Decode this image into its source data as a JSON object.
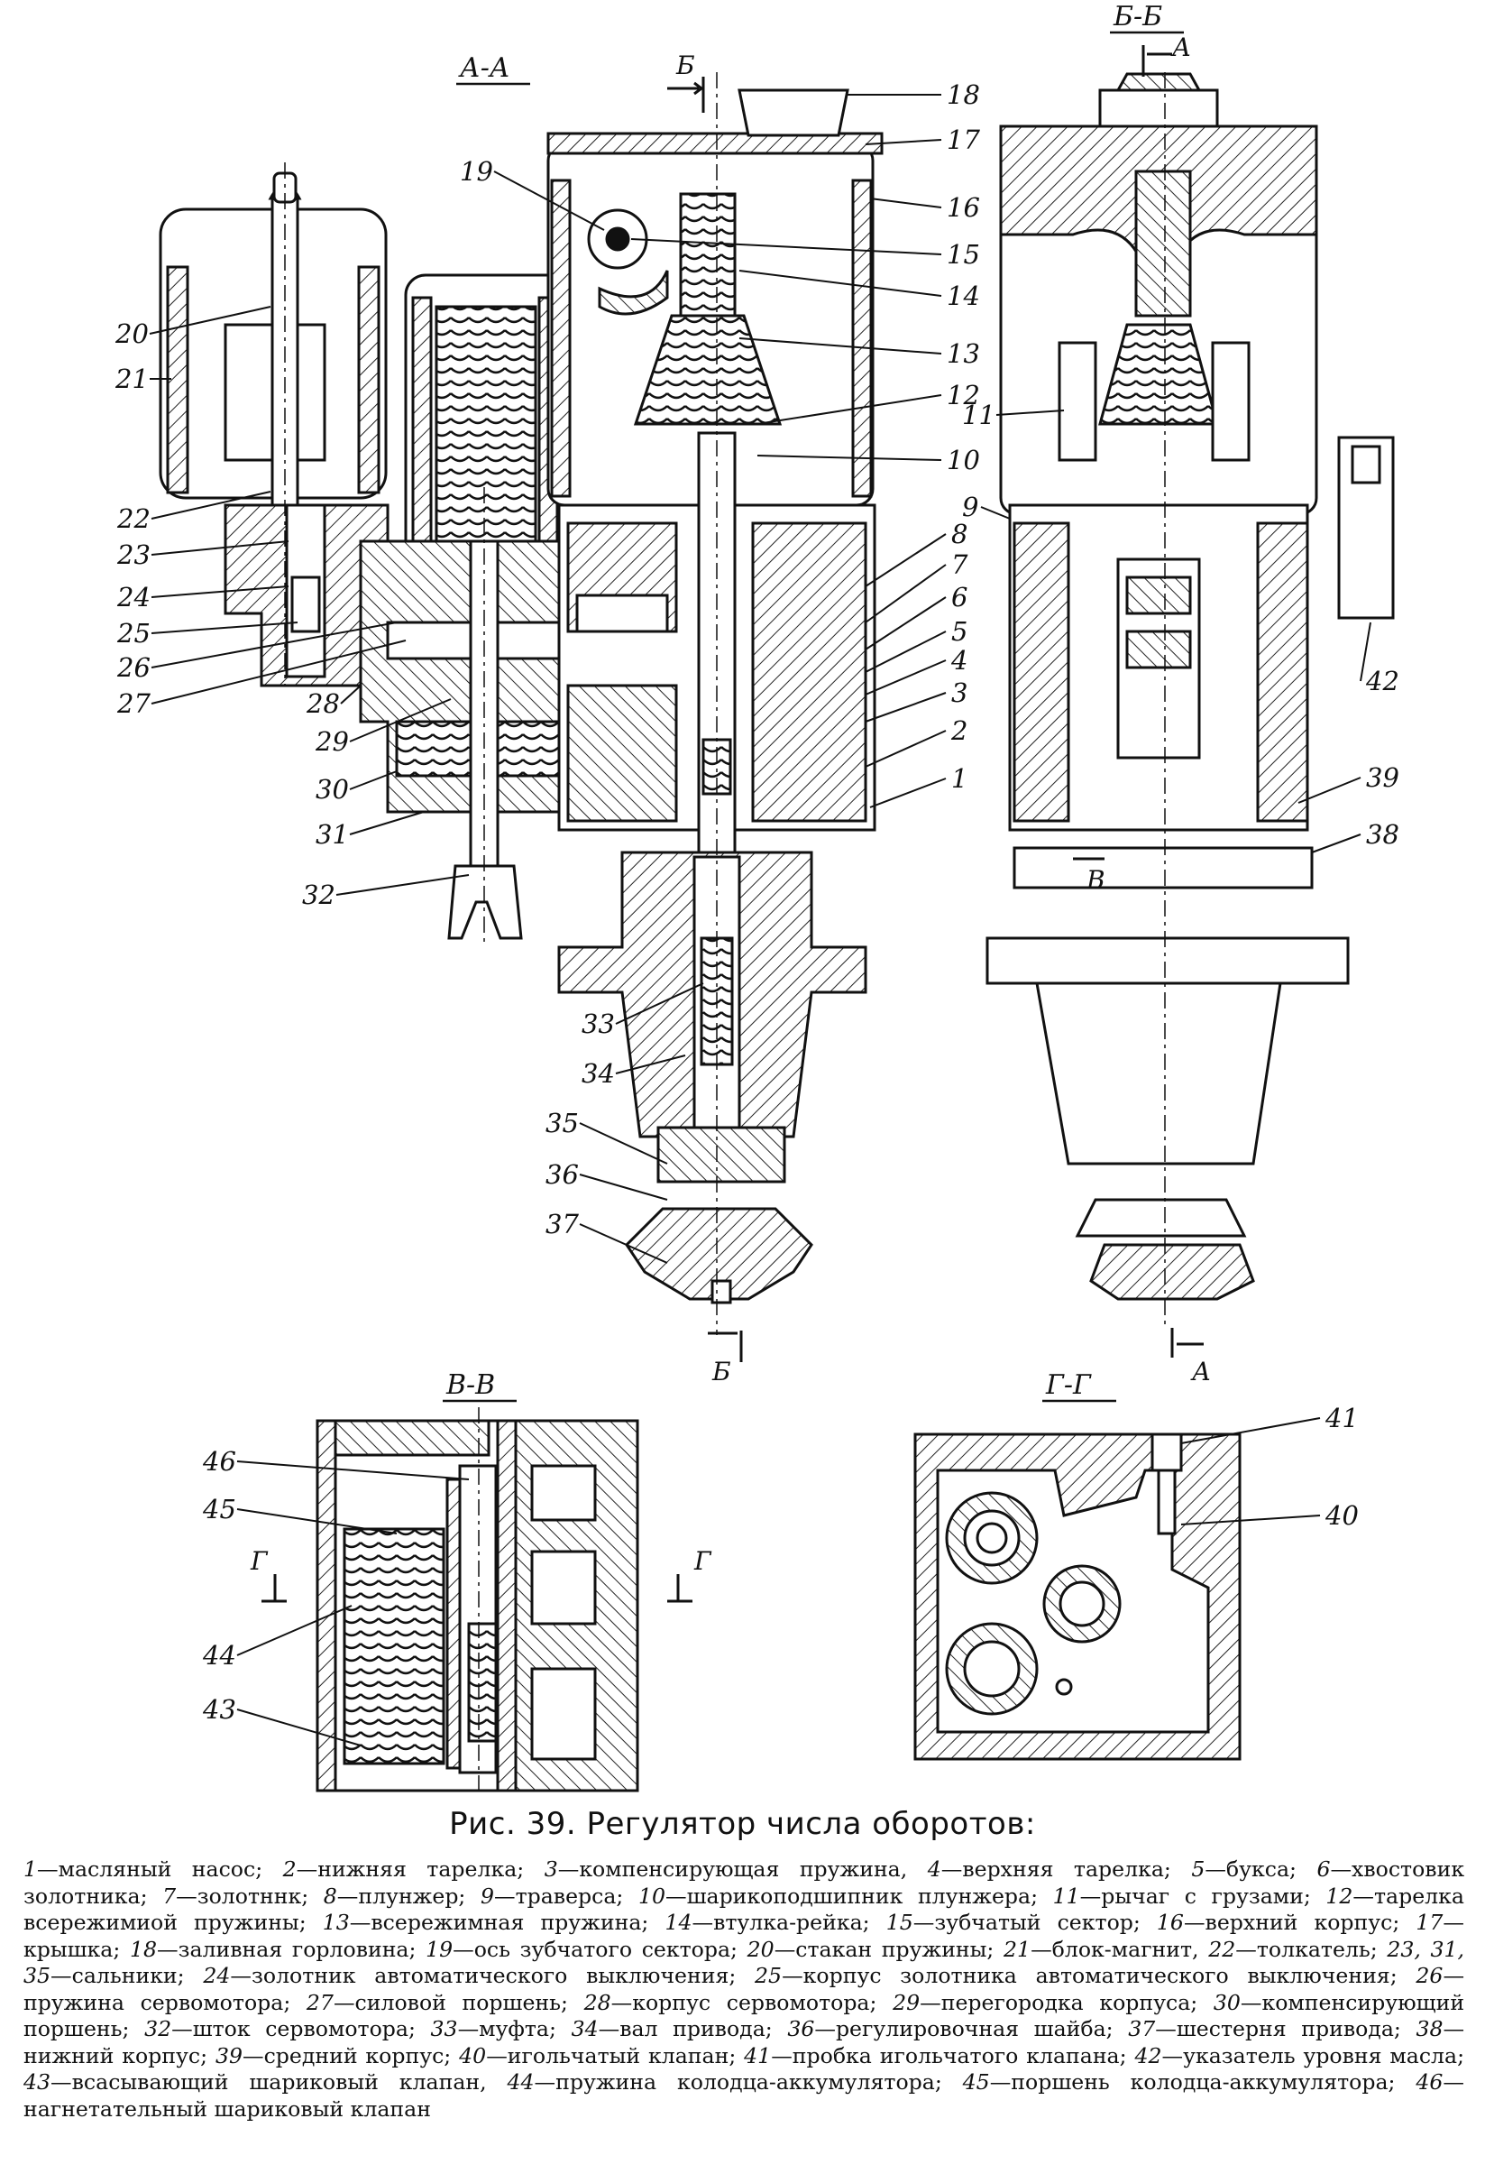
{
  "figure": {
    "sections": {
      "aa": "А-А",
      "bb": "Б-Б",
      "vv": "В-В",
      "gg": "Г-Г"
    },
    "cut_markers": {
      "b_top": "Б",
      "b_bottom": "Б",
      "a_top": "А",
      "a_bottom": "А",
      "v": "В",
      "g_left": "Г",
      "g_right": "Г"
    },
    "callouts": [
      "1",
      "2",
      "3",
      "4",
      "5",
      "6",
      "7",
      "8",
      "9",
      "10",
      "11",
      "12",
      "13",
      "14",
      "15",
      "16",
      "17",
      "18",
      "19",
      "20",
      "21",
      "22",
      "23",
      "24",
      "25",
      "26",
      "27",
      "28",
      "29",
      "30",
      "31",
      "32",
      "33",
      "34",
      "35",
      "36",
      "37",
      "38",
      "39",
      "40",
      "41",
      "42",
      "43",
      "44",
      "45",
      "46"
    ]
  },
  "caption": {
    "title": "Рис. 39. Регулятор числа оборотов:",
    "items": [
      {
        "num": "1",
        "text": "—масляный насос;"
      },
      {
        "num": "2",
        "text": "—нижняя тарелка;"
      },
      {
        "num": "3",
        "text": "—компенсирующая пружина,"
      },
      {
        "num": "4",
        "text": "—верхняя тарелка;"
      },
      {
        "num": "5",
        "text": "—букса;"
      },
      {
        "num": "6",
        "text": "—хвостовик золотника;"
      },
      {
        "num": "7",
        "text": "—золотннк;"
      },
      {
        "num": "8",
        "text": "—плунжер;"
      },
      {
        "num": "9",
        "text": "—траверса;"
      },
      {
        "num": "10",
        "text": "—шарикоподшипник плунжера;"
      },
      {
        "num": "11",
        "text": "—рычаг с грузами;"
      },
      {
        "num": "12",
        "text": "—тарелка всережимиой пружины;"
      },
      {
        "num": "13",
        "text": "—всережимная пружина;"
      },
      {
        "num": "14",
        "text": "—втулка-рейка;"
      },
      {
        "num": "15",
        "text": "—зубчатый сектор;"
      },
      {
        "num": "16",
        "text": "—верхний корпус;"
      },
      {
        "num": "17",
        "text": "—крышка;"
      },
      {
        "num": "18",
        "text": "—заливная горловина;"
      },
      {
        "num": "19",
        "text": "—ось зубчатого сектора;"
      },
      {
        "num": "20",
        "text": "—стакан пружины;"
      },
      {
        "num": "21",
        "text": "—блок-магнит,"
      },
      {
        "num": "22",
        "text": "—толкатель;"
      },
      {
        "num": "23, 31, 35",
        "text": "—сальники;"
      },
      {
        "num": "24",
        "text": "—золотник автоматического выключения;"
      },
      {
        "num": "25",
        "text": "—корпус золотника автоматического выключения;"
      },
      {
        "num": "26",
        "text": "—пружина сервомотора;"
      },
      {
        "num": "27",
        "text": "—силовой поршень;"
      },
      {
        "num": "28",
        "text": "—корпус сервомотора;"
      },
      {
        "num": "29",
        "text": "—перегородка корпуса;"
      },
      {
        "num": "30",
        "text": "—компенсирующий поршень;"
      },
      {
        "num": "32",
        "text": "—шток сервомотора;"
      },
      {
        "num": "33",
        "text": "—муфта;"
      },
      {
        "num": "34",
        "text": "—вал привода;"
      },
      {
        "num": "36",
        "text": "—регулировочная шайба;"
      },
      {
        "num": "37",
        "text": "—шестерня привода;"
      },
      {
        "num": "38",
        "text": "—нижний корпус;"
      },
      {
        "num": "39",
        "text": "—средний корпус;"
      },
      {
        "num": "40",
        "text": "—игольчатый клапан;"
      },
      {
        "num": "41",
        "text": "—пробка игольчатого клапана;"
      },
      {
        "num": "42",
        "text": "—указатель уровня масла;"
      },
      {
        "num": "43",
        "text": "—всасывающий шариковый клапан,"
      },
      {
        "num": "44",
        "text": "—пружина колодца-аккумулятора;"
      },
      {
        "num": "45",
        "text": "—поршень колодца-аккумулятора;"
      },
      {
        "num": "46",
        "text": "—нагнетательный шариковый клапан"
      }
    ]
  }
}
